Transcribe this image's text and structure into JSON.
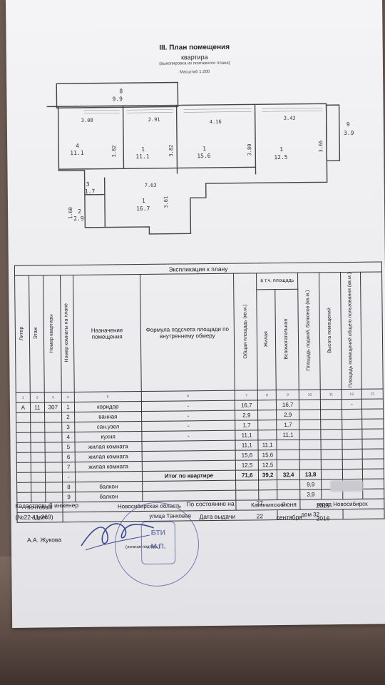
{
  "header": {
    "title": "III. План помещения",
    "subtitle": "квартира",
    "note": "(выкопировка из поэтажного плана)",
    "scale": "Масштаб 1:200"
  },
  "plan": {
    "rooms": [
      {
        "num": "8",
        "area": "9.9"
      },
      {
        "num": "4",
        "area": "11.1"
      },
      {
        "num": "1",
        "area": "11.1"
      },
      {
        "num": "1",
        "area": "15.6"
      },
      {
        "num": "1",
        "area": "12.5"
      },
      {
        "num": "9",
        "area": "3.9"
      },
      {
        "num": "3",
        "area": "1.7"
      },
      {
        "num": "2",
        "area": "2.9"
      },
      {
        "num": "1",
        "area": "16.7"
      }
    ],
    "dims": [
      "3.08",
      "2.91",
      "4.16",
      "3.43",
      "3.82",
      "3.82",
      "3.80",
      "3.65",
      "7.63",
      "3.61",
      "1.60"
    ]
  },
  "table": {
    "caption": "Экспликация к плану",
    "headers": {
      "liter": "Литер",
      "floor": "Этаж",
      "apt_no": "Номер квартиры",
      "room_no": "Номер комнаты на плане",
      "purpose": "Назначение помещения",
      "formula": "Формула подсчета площади по внутреннему обмеру",
      "total": "Общая площадь (кв.м.)",
      "incl": "в т.ч. площадь",
      "living": "Жилая",
      "aux": "Вспомогательная",
      "loggia": "Площадь лоджий, балконов (кв.м.)",
      "height": "Высота помещений",
      "common": "Площадь помещений общего пользования (кв.м.)"
    },
    "index": [
      "1",
      "2",
      "3",
      "4",
      "5",
      "6",
      "7",
      "8",
      "9",
      "10",
      "11",
      "12",
      "13"
    ],
    "rows": [
      {
        "liter": "А",
        "floor": "11",
        "apt": "307",
        "num": "1",
        "name": "коридор",
        "formula": "-",
        "total": "16,7",
        "living": "",
        "aux": "16,7",
        "loggia": "",
        "height": "",
        "common": "-"
      },
      {
        "liter": "",
        "floor": "",
        "apt": "",
        "num": "2",
        "name": "ванная",
        "formula": "-",
        "total": "2,9",
        "living": "",
        "aux": "2,9",
        "loggia": "",
        "height": "",
        "common": ""
      },
      {
        "liter": "",
        "floor": "",
        "apt": "",
        "num": "3",
        "name": "сан.узел",
        "formula": "-",
        "total": "1,7",
        "living": "",
        "aux": "1,7",
        "loggia": "",
        "height": "",
        "common": ""
      },
      {
        "liter": "",
        "floor": "",
        "apt": "",
        "num": "4",
        "name": "кухня",
        "formula": "-",
        "total": "11,1",
        "living": "",
        "aux": "11,1",
        "loggia": "",
        "height": "",
        "common": ""
      },
      {
        "liter": "",
        "floor": "",
        "apt": "",
        "num": "5",
        "name": "жилая комната",
        "formula": "",
        "total": "11,1",
        "living": "11,1",
        "aux": "",
        "loggia": "",
        "height": "",
        "common": ""
      },
      {
        "liter": "",
        "floor": "",
        "apt": "",
        "num": "6",
        "name": "жилая комната",
        "formula": "",
        "total": "15,6",
        "living": "15,6",
        "aux": "",
        "loggia": "",
        "height": "",
        "common": ""
      },
      {
        "liter": "",
        "floor": "",
        "apt": "",
        "num": "7",
        "name": "жилая комната",
        "formula": "",
        "total": "12,5",
        "living": "12,5",
        "aux": "",
        "loggia": "",
        "height": "",
        "common": ""
      }
    ],
    "total_row": {
      "num": "-",
      "label": "Итог по квартире",
      "total": "71,6",
      "living": "39,2",
      "aux": "32,4",
      "loggia": "13,8"
    },
    "balcony_rows": [
      {
        "num": "8",
        "name": "балкон",
        "loggia": "9,9"
      },
      {
        "num": "9",
        "name": "балкон",
        "loggia": "3,9"
      }
    ],
    "address": {
      "label1": "почтовый",
      "label2": "адрес",
      "region": "Новосибирская область",
      "district": "Калининский",
      "city": "город Новосибирск",
      "street": "улица Танковая",
      "house": "дом 32"
    }
  },
  "footer": {
    "engineer_title": "Кадастровый инженер",
    "engineer_id": "(№22-11-269)",
    "engineer_name": "А.А. Жукова",
    "signature_note": "(личная подпись)",
    "as_of_label": "По состоянию на",
    "as_of_day": "27",
    "as_of_month": "июня",
    "as_of_year": "2016",
    "issued_label": "Дата выдачи",
    "issued_day": "22",
    "issued_month": "сентября",
    "issued_year": "2016",
    "stamp_top": "БТИ",
    "stamp_mid": "М.П."
  },
  "colors": {
    "stamp": "#4f58a0",
    "ink": "#1c1c1c"
  }
}
